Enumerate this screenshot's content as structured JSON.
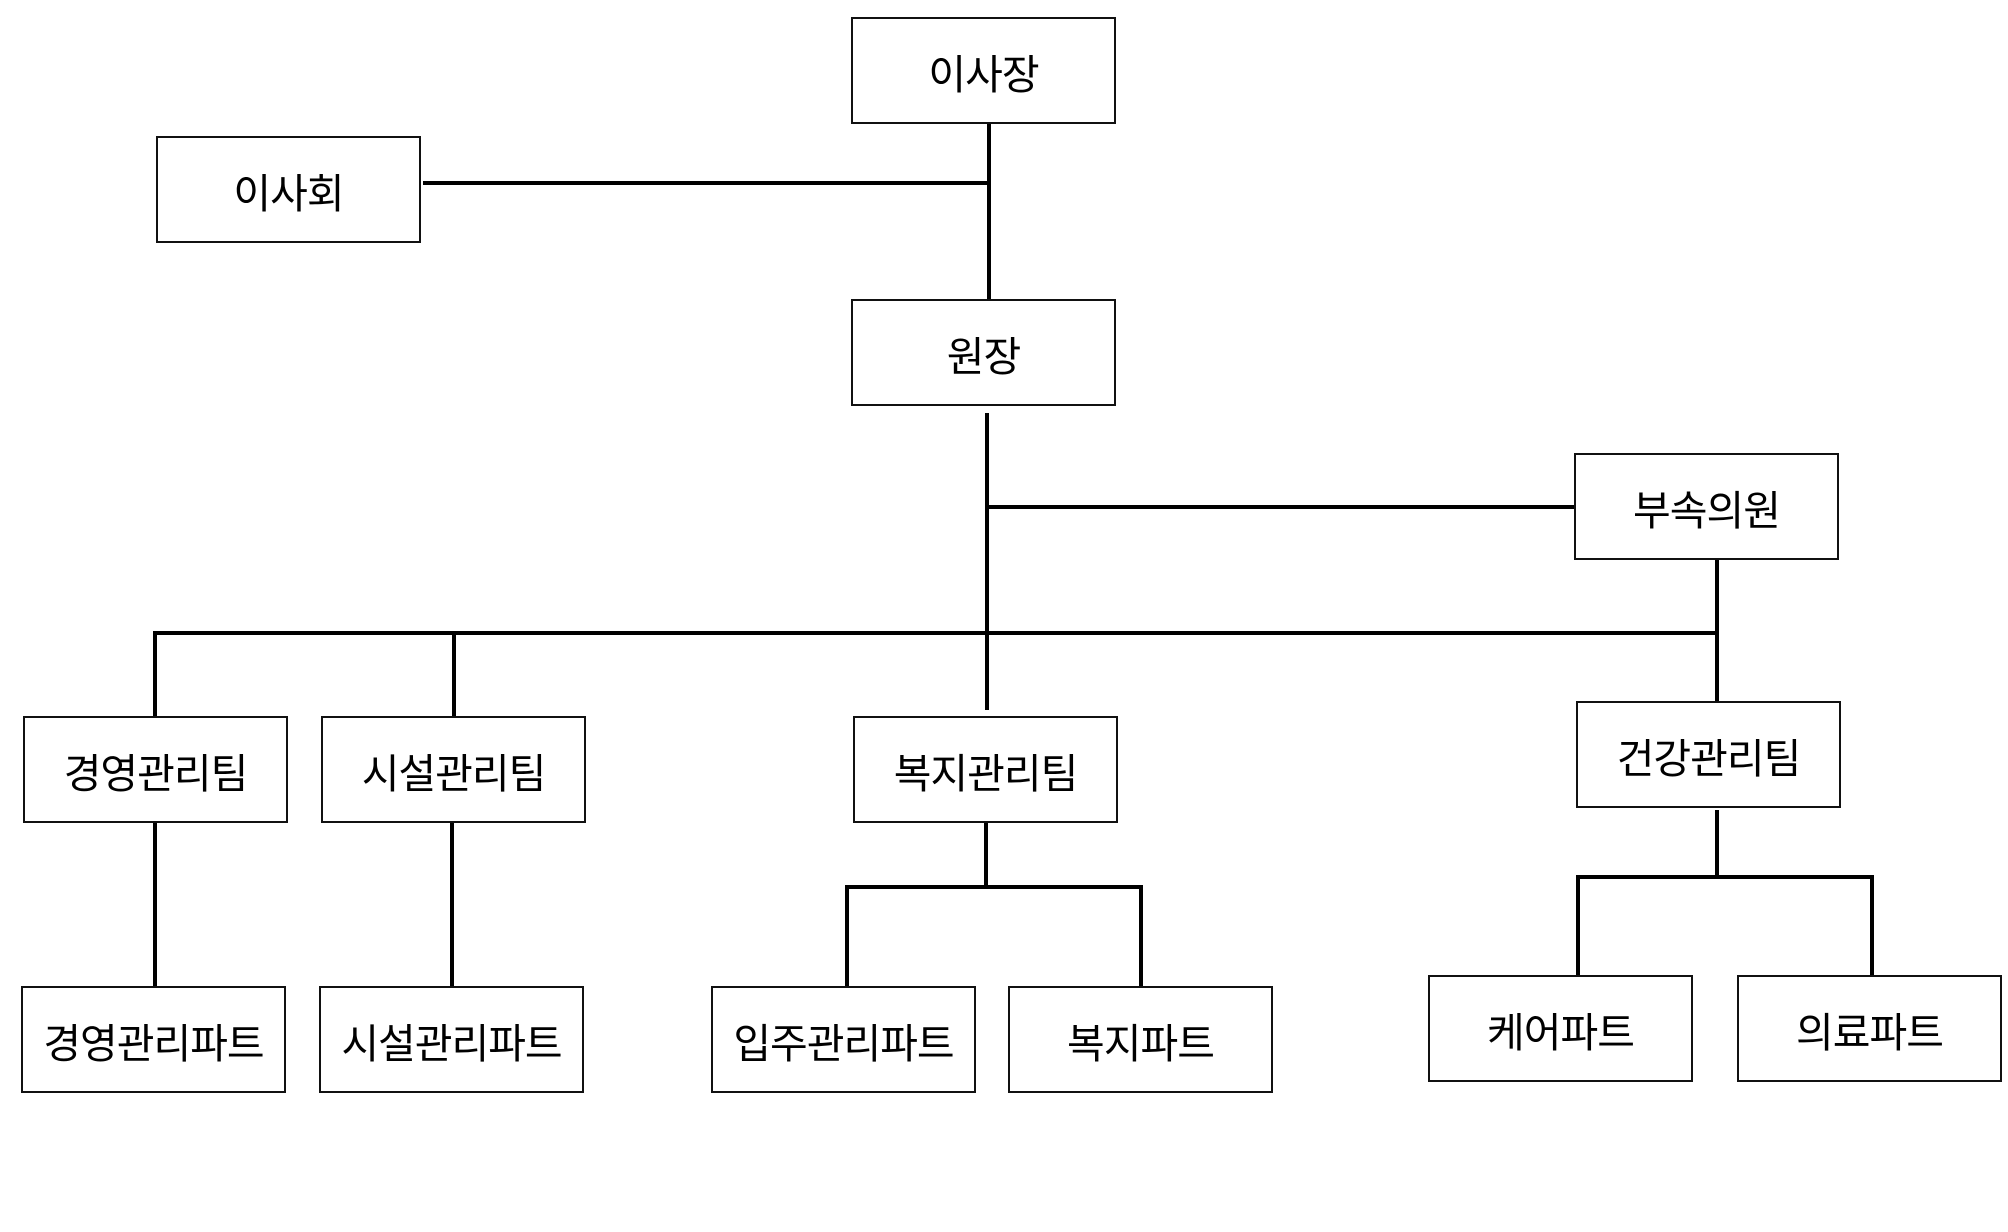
{
  "org": {
    "chairman": "이사장",
    "board": "이사회",
    "director": "원장",
    "clinic": "부속의원",
    "teams": {
      "management": "경영관리팀",
      "facilities": "시설관리팀",
      "welfare": "복지관리팀",
      "health": "건강관리팀"
    },
    "parts": {
      "management": "경영관리파트",
      "facilities": "시설관리파트",
      "residence": "입주관리파트",
      "welfare": "복지파트",
      "care": "케어파트",
      "medical": "의료파트"
    }
  },
  "colors": {
    "line": "#000000",
    "box_border": "#111111",
    "background": "#ffffff",
    "text": "#000000"
  }
}
